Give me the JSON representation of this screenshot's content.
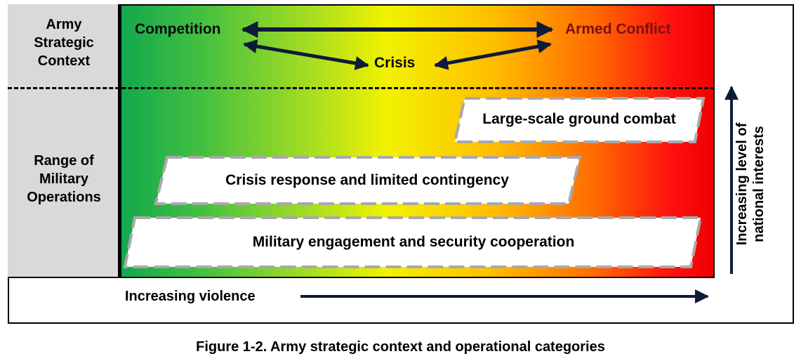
{
  "context": {
    "left_label_lines": [
      "Army",
      "Strategic",
      "Context"
    ],
    "competition": "Competition",
    "armed_conflict": "Armed Conflict",
    "crisis": "Crisis"
  },
  "operations": {
    "left_label_lines": [
      "Range of",
      "Military",
      "Operations"
    ],
    "large_scale": "Large-scale ground combat",
    "crisis_response": "Crisis response and limited contingency",
    "engagement": "Military engagement and security cooperation"
  },
  "axes": {
    "horizontal": "Increasing violence",
    "vertical_lines": [
      "Increasing level of",
      "national interests"
    ]
  },
  "caption": "Figure 1-2. Army strategic context and operational categories",
  "colors": {
    "competition_text": "#0a0a0a",
    "armed_conflict_text": "#7a1010",
    "gradient": [
      "#11a84e",
      "#f2f200",
      "#f00000"
    ],
    "arrow": "#0d1a3a"
  }
}
